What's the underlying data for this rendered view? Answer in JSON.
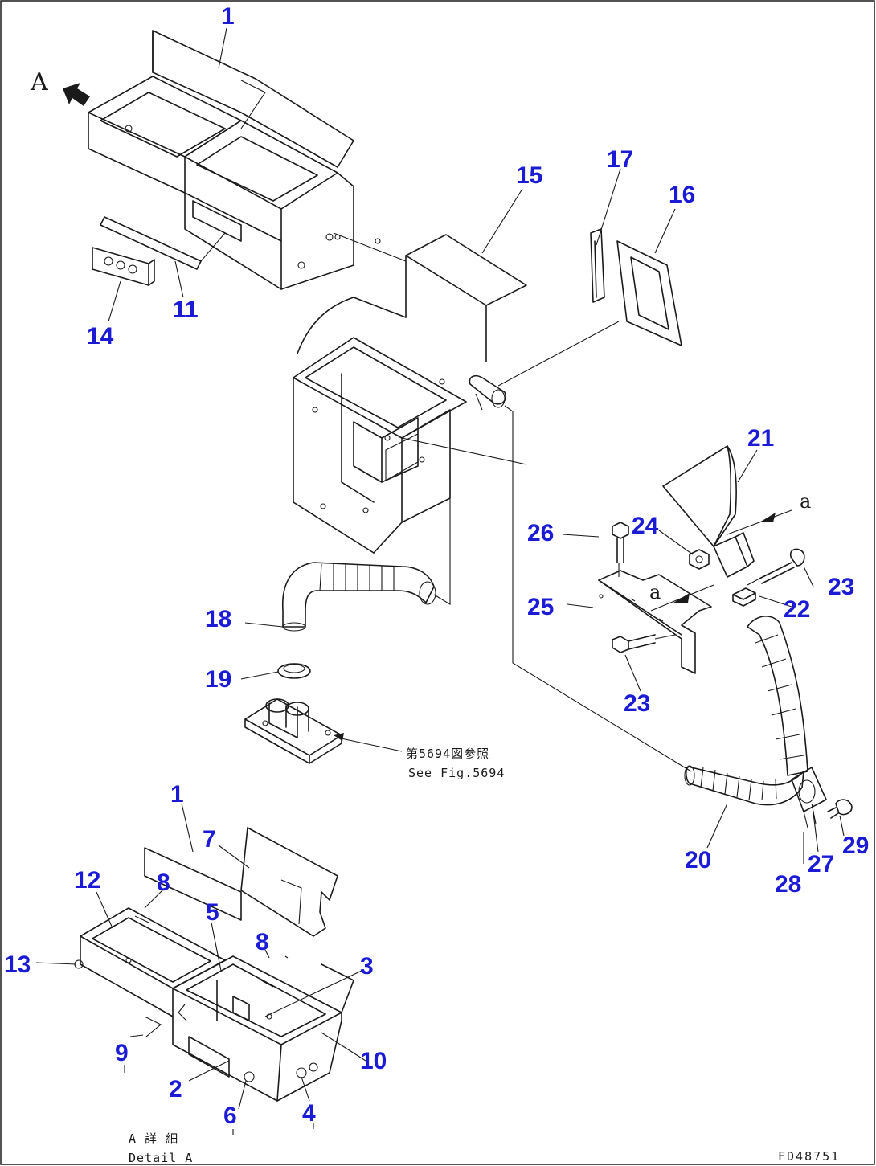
{
  "callouts": {
    "c1_top": "1",
    "c11": "11",
    "c14": "14",
    "c15": "15",
    "c16": "16",
    "c17": "17",
    "c18": "18",
    "c19": "19",
    "c20": "20",
    "c21": "21",
    "c22": "22",
    "c23_upper": "23",
    "c23_lower": "23",
    "c24": "24",
    "c25": "25",
    "c26": "26",
    "c27": "27",
    "c28": "28",
    "c29": "29",
    "c1_detail": "1",
    "c2": "2",
    "c3": "3",
    "c4": "4",
    "c5": "5",
    "c6": "6",
    "c7": "7",
    "c8_left": "8",
    "c8_right": "8",
    "c9": "9",
    "c10": "10",
    "c12": "12",
    "c13": "13"
  },
  "view_marker": "A",
  "arrow_label_a1": "a",
  "arrow_label_a2": "a",
  "reference_note": {
    "japanese": "第5694図参照",
    "english": "See Fig.5694"
  },
  "detail_caption": {
    "japanese": "A 詳 細",
    "english": "Detail A"
  },
  "drawing_number": "FD48751",
  "colors": {
    "callout": "#1b1bd6",
    "line": "#1a1a1a",
    "background": "#ffffff"
  }
}
